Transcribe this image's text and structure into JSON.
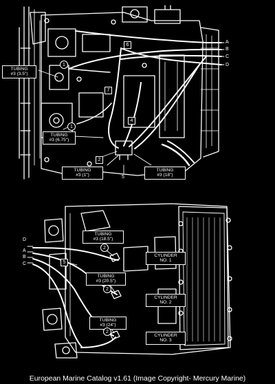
{
  "caption": "European Marine Catalog v1.61 (Image Copyright- Mercury Marine)",
  "top_view": {
    "tubing_35": {
      "line1": "TUBING",
      "line2": "#3 (3.5\")"
    },
    "tubing_675": {
      "line1": "TUBING",
      "line2": "#3 (6.75\")"
    },
    "tubing_1": {
      "line1": "TUBING",
      "line2": "#3 (1\")"
    },
    "tubing_18": {
      "line1": "TUBING",
      "line2": "#3 (18\")"
    },
    "letters": [
      "A",
      "B",
      "C",
      "D"
    ],
    "callouts": {
      "c1a": "1",
      "c1b": "1",
      "c2": "2",
      "c4": "4",
      "c5": "5",
      "c6": "6",
      "c7": "7"
    }
  },
  "bottom_view": {
    "tubing_185": {
      "line1": "TUBING",
      "line2": "#3 (18.5\")"
    },
    "tubing_205": {
      "line1": "TUBING",
      "line2": "#3 (20.5\")"
    },
    "tubing_24": {
      "line1": "TUBING",
      "line2": "#3 (24\")"
    },
    "cyl1": {
      "line1": "CYLINDER",
      "line2": "NO. 1"
    },
    "cyl2": {
      "line1": "CYLINDER",
      "line2": "NO. 2"
    },
    "cyl3": {
      "line1": "CYLINDER",
      "line2": "NO. 3"
    },
    "letters": [
      "D",
      "A",
      "B",
      "C"
    ],
    "callouts": {
      "c2a": "2",
      "c2b": "2",
      "c2c": "2",
      "c5": "5"
    }
  }
}
